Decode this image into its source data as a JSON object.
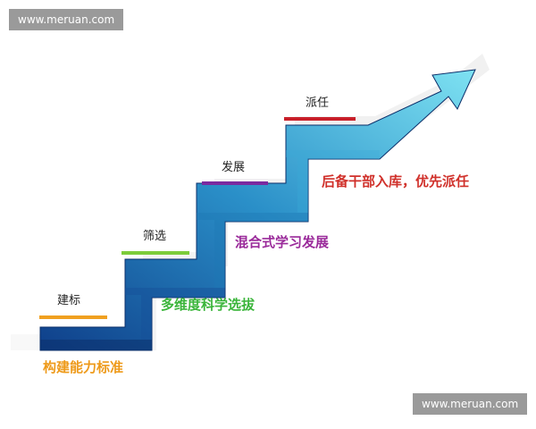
{
  "watermark": {
    "top": "www.meruan.com",
    "bottom": "www.meruan.com"
  },
  "steps": [
    {
      "label": "建标",
      "color": "#f0a020"
    },
    {
      "label": "筛选",
      "color": "#7ccc3a"
    },
    {
      "label": "发展",
      "color": "#7a2aa0"
    },
    {
      "label": "派任",
      "color": "#c8202a"
    }
  ],
  "descriptions": [
    {
      "text": "构建能力标准",
      "color": "#ee9a1a"
    },
    {
      "text": "多维度科学选拔",
      "color": "#3ab53a"
    },
    {
      "text": "混合式学习发展",
      "color": "#9a2a9a"
    },
    {
      "text": "后备干部入库，优先派任",
      "color": "#d0302a"
    }
  ],
  "colors": {
    "stair_dark": "#0f3f8a",
    "stair_mid": "#2a8fc8",
    "stair_light": "#7ee2f2"
  }
}
